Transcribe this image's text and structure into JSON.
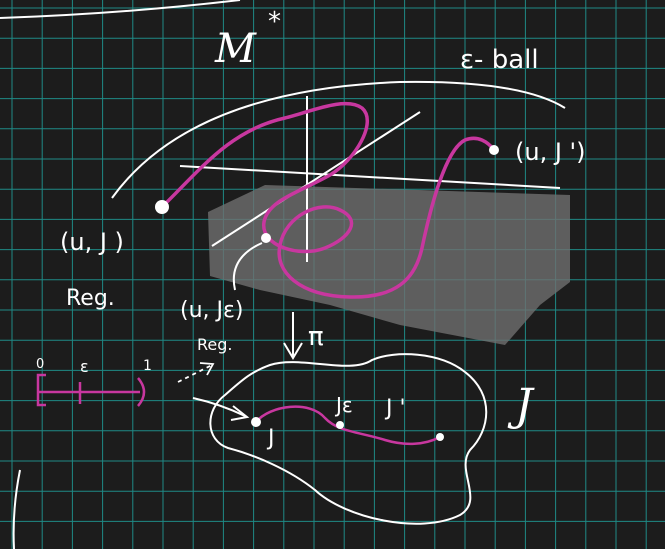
{
  "colors": {
    "background": "#1c1c1c",
    "grid": "#1f8a86",
    "ink": "#ffffff",
    "curve": "#c8379f",
    "shade": "#6f6f6f"
  },
  "labels": {
    "manifold": "M",
    "manifold_star": "*",
    "eps_ball": "ε- ball",
    "uJ": "(u, J )",
    "uJprime": "(u, J ')",
    "uJeps": "(u, Jε)",
    "reg_left": "Reg.",
    "reg_arrow": "Reg.",
    "pi": "π",
    "J_point": "J",
    "J_eps": "Jε",
    "J_prime": "J '",
    "J_space": "J",
    "interval_zero": "0",
    "interval_eps": "ε",
    "interval_one": "1"
  }
}
